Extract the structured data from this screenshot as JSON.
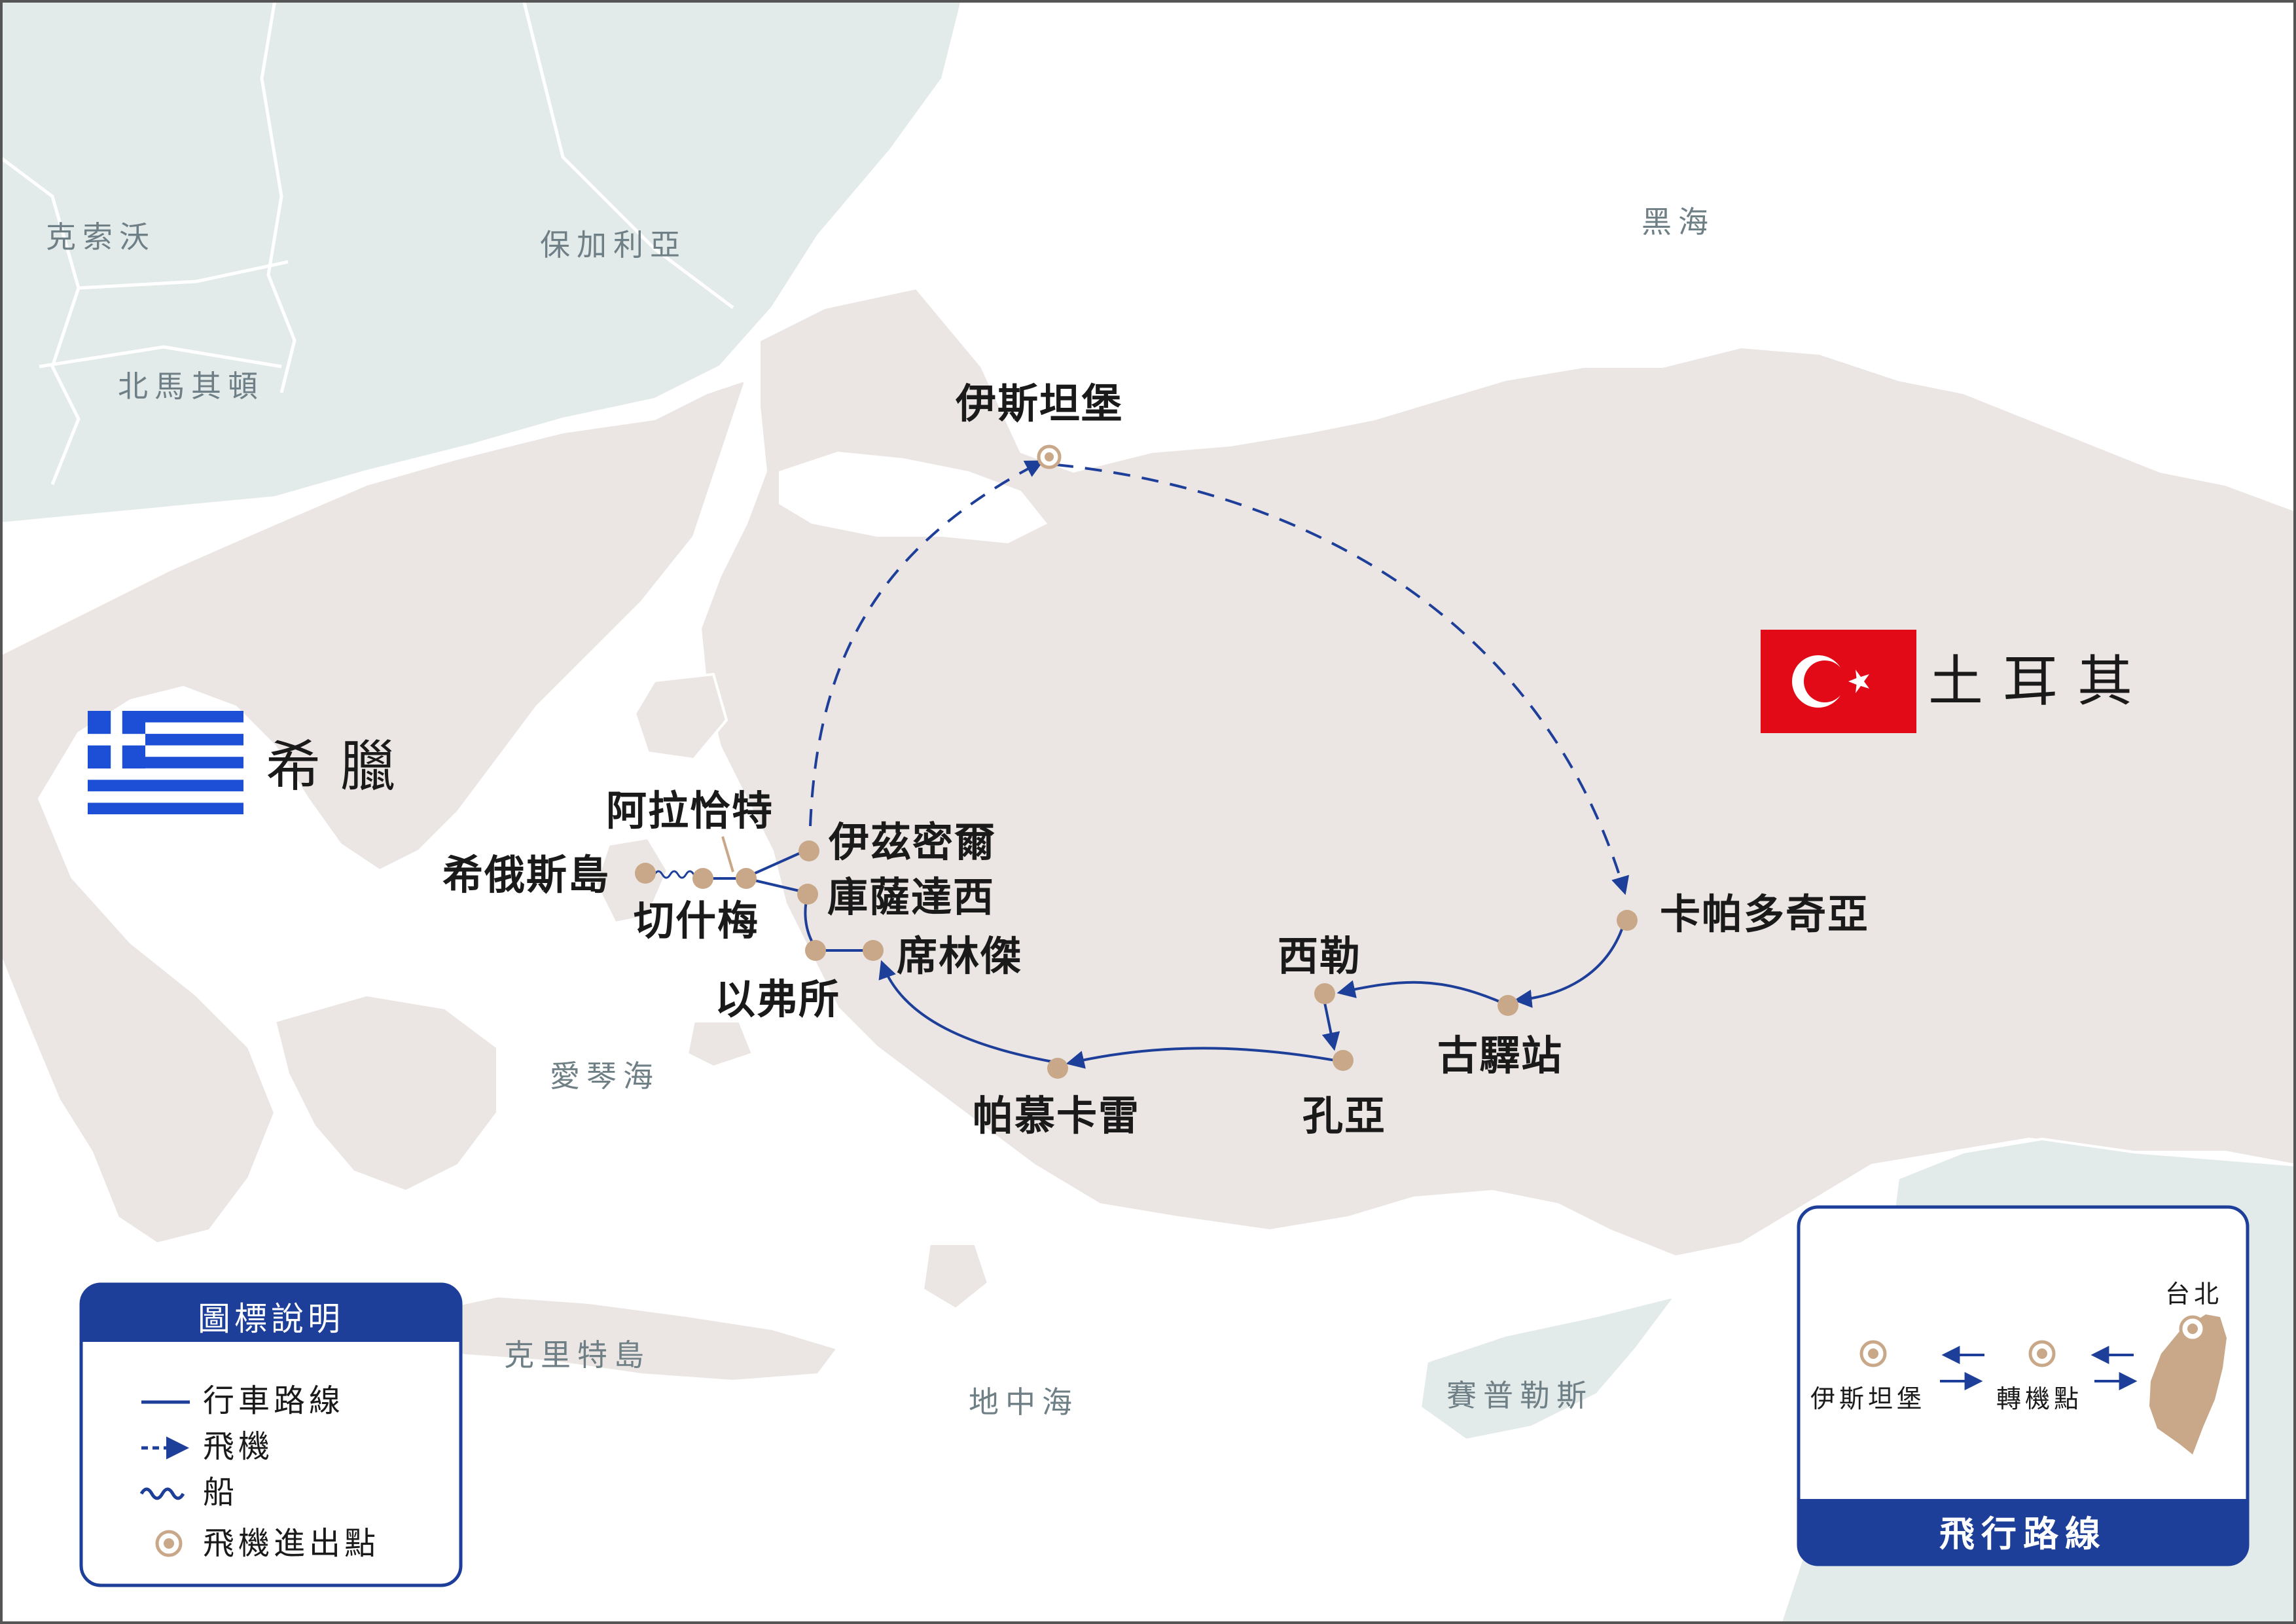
{
  "countries": {
    "kosovo": "克索沃",
    "bulgaria": "保加利亞",
    "north_macedonia": "北馬其頓",
    "greece": "希臘",
    "turkey": "土耳其",
    "cyprus": "賽普勒斯",
    "crete": "克里特島"
  },
  "seas": {
    "black_sea": "黑海",
    "aegean_sea": "愛琴海",
    "mediterranean": "地中海"
  },
  "cities": {
    "istanbul": "伊斯坦堡",
    "cappadocia": "卡帕多奇亞",
    "caravanserai": "古驛站",
    "sille": "西勒",
    "konya": "孔亞",
    "pamukkale": "帕慕卡雷",
    "sirince": "席林傑",
    "ephesus": "以弗所",
    "kusadasi": "庫薩達西",
    "izmir": "伊茲密爾",
    "alacati": "阿拉恰特",
    "cesme": "切什梅",
    "chios": "希俄斯島"
  },
  "legend": {
    "title": "圖標說明",
    "drive": "行車路線",
    "plane": "飛機",
    "ship": "船",
    "airport": "飛機進出點"
  },
  "inset": {
    "title": "飛行路線",
    "taipei": "台北",
    "istanbul": "伊斯坦堡",
    "transfer": "轉機點"
  },
  "colors": {
    "sea": "#ffffff",
    "land_neighbor": "#e3eaea",
    "land_turkey": "#ebe6e3",
    "route": "#1e3f99",
    "point": "#c9a88a",
    "legend_header": "#1e3f99",
    "turkey_flag": "#e30a17",
    "greece_flag": "#1d4fd6"
  },
  "icons": {
    "greece_flag": "greece-flag-icon",
    "turkey_flag": "turkey-flag-icon",
    "airport": "airport-ring-icon",
    "taiwan": "taiwan-silhouette-icon"
  }
}
